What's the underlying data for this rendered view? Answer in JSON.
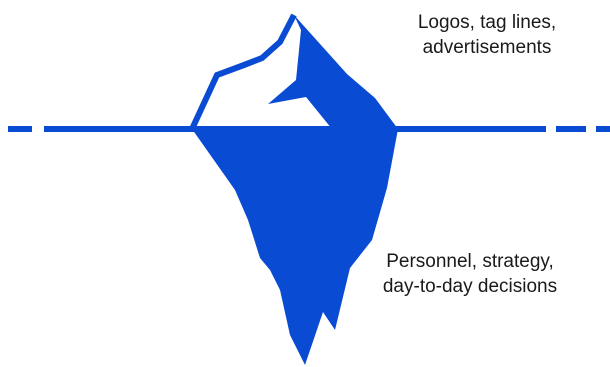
{
  "colors": {
    "iceberg": "#0a4bd4",
    "background": "#ffffff",
    "text": "#1a1a1a"
  },
  "labels": {
    "above_waterline": {
      "line1": "Logos, tag lines,",
      "line2": "advertisements"
    },
    "below_waterline": {
      "line1": "Personnel, strategy,",
      "line2": "day-to-day decisions"
    }
  }
}
